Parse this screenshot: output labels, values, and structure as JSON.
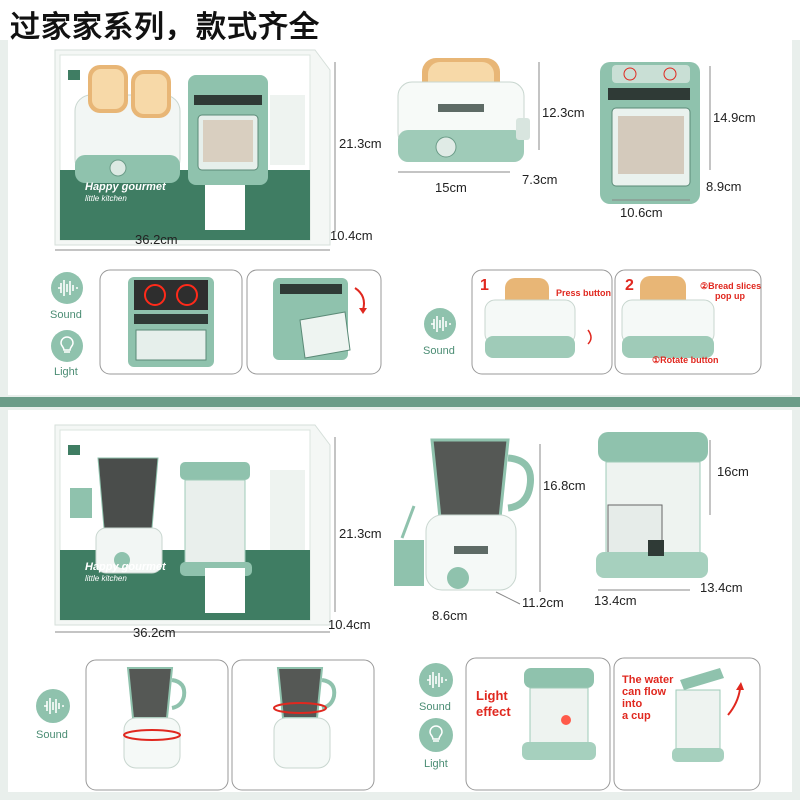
{
  "header": {
    "title": "过家家系列，款式齐全"
  },
  "set1": {
    "box": {
      "brand": "Happy gourmet",
      "sub": "little kitchen",
      "width": "36.2cm",
      "height": "21.3cm",
      "depth": "10.4cm"
    },
    "toaster": {
      "height": "12.3cm",
      "width": "15cm",
      "depth": "7.3cm"
    },
    "oven": {
      "height": "14.9cm",
      "width": "10.6cm",
      "depth": "8.9cm"
    },
    "features": {
      "sound": "Sound",
      "light": "Light"
    },
    "steps": [
      {
        "num": "1",
        "label": "Press button"
      },
      {
        "num": "2",
        "label": "②Bread slices pop up",
        "label_line1": "②Bread slices",
        "label_line2": "pop up",
        "rotate": "①Rotate button"
      }
    ],
    "toaster_feature": "Sound"
  },
  "set2": {
    "box": {
      "brand": "Happy gourmet",
      "sub": "little kitchen",
      "width": "36.2cm",
      "height": "21.3cm",
      "depth": "10.4cm"
    },
    "blender": {
      "height": "16.8cm",
      "cup_width": "8.6cm",
      "depth": "11.2cm"
    },
    "coffee": {
      "height": "16cm",
      "width": "13.4cm",
      "depth": "13.4cm"
    },
    "features": {
      "sound": "Sound",
      "light": "Light",
      "light2": "Light"
    },
    "light_effect": "Light effect",
    "light_effect_line1": "Light",
    "light_effect_line2": "effect",
    "water_caption": [
      "The water",
      "can flow",
      "into",
      "a cup"
    ]
  },
  "colors": {
    "accent": "#8fc2ad",
    "accent_dark": "#4b8d74",
    "red": "#e0281f",
    "frame": "#6b9c88"
  }
}
